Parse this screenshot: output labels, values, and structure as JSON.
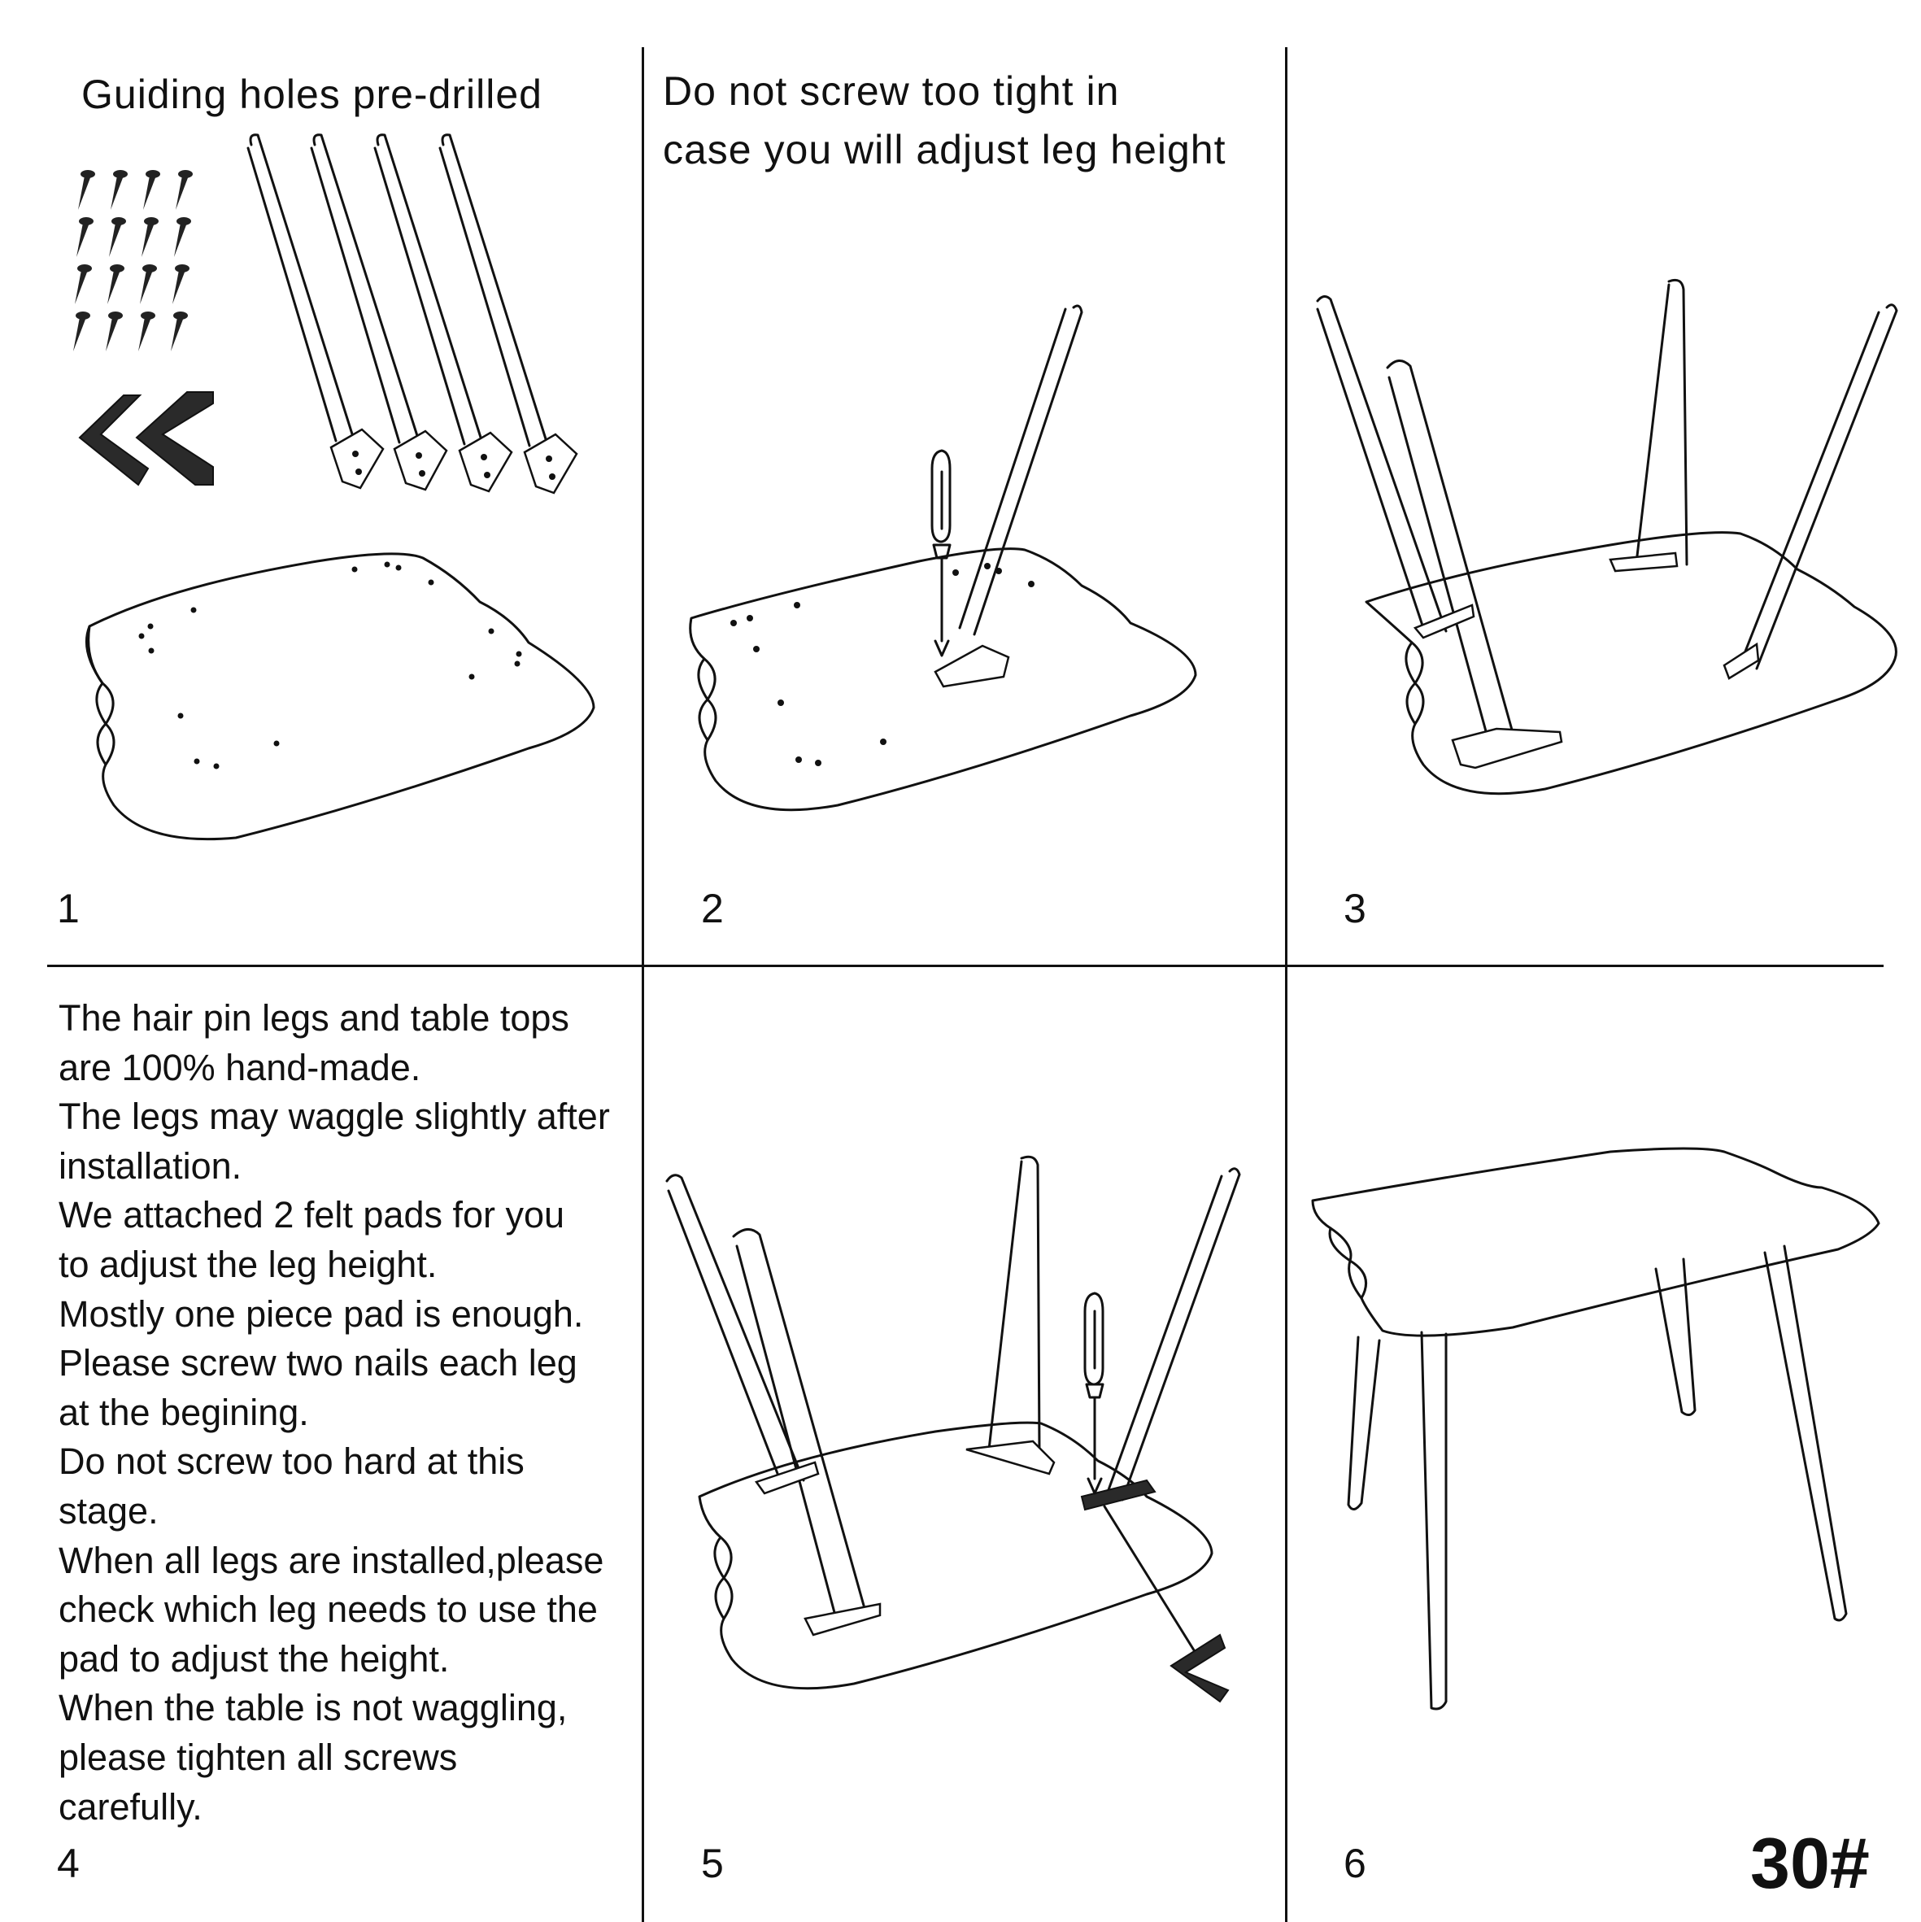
{
  "step1": {
    "caption": "Guiding holes pre-drilled",
    "number": "1",
    "screw_icon": "screw-icon",
    "bracket_icon": "corner-bracket-icon",
    "leg_icon": "hairpin-leg-icon"
  },
  "step2": {
    "caption_lines": [
      "Do not screw too tight in",
      "case you will  adjust leg height"
    ],
    "number": "2",
    "tool_icon": "screwdriver-icon"
  },
  "step3": {
    "number": "3"
  },
  "step4": {
    "number": "4",
    "lines": [
      "The hair pin legs and table tops",
      "are 100% hand-made.",
      "The legs may waggle slightly after",
      "installation.",
      "We attached 2 felt pads for you",
      "to adjust the leg height.",
      "Mostly one piece pad is enough.",
      "Please screw two nails each leg",
      "at the begining.",
      "Do not screw too hard at this",
      "stage.",
      "When all legs are installed,please",
      "check which leg needs to use the",
      "pad to adjust the height.",
      "When the table is not waggling,",
      "please tighten all screws",
      "carefully."
    ]
  },
  "step5": {
    "number": "5",
    "pad_icon": "felt-pad-icon"
  },
  "step6": {
    "number": "6"
  },
  "model_number": "30#"
}
